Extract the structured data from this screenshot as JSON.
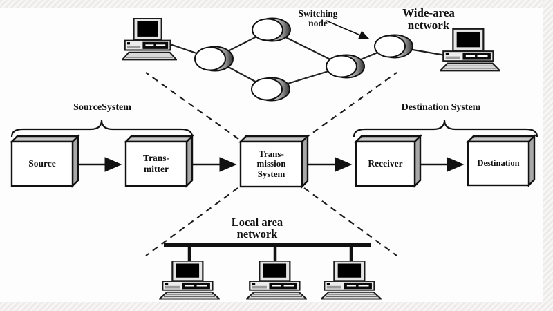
{
  "diagram": {
    "labels": {
      "switching_node": "Switching\nnode",
      "wide_area_network": "Wide-area\nnetwork",
      "source_system": "SourceSystem",
      "destination_system": "Destination System",
      "local_area_network": "Local area\nnetwork"
    },
    "boxes": {
      "source": {
        "label": "Source"
      },
      "transmitter": {
        "label": "Trans-\nmitter"
      },
      "transmission_system": {
        "label": "Trans-\nmission\nSystem"
      },
      "receiver": {
        "label": "Receiver"
      },
      "destination": {
        "label": "Destination"
      }
    },
    "wan": {
      "node_count": 5,
      "computer_count": 2
    },
    "lan": {
      "computer_count": 3
    },
    "colors": {
      "line": "#111111",
      "box_front": "#ffffff",
      "box_top": "#c9c9c9",
      "box_side": "#a8a8a8",
      "background": "#fdfdfd",
      "margin_strip": "#f4f2f2"
    }
  }
}
